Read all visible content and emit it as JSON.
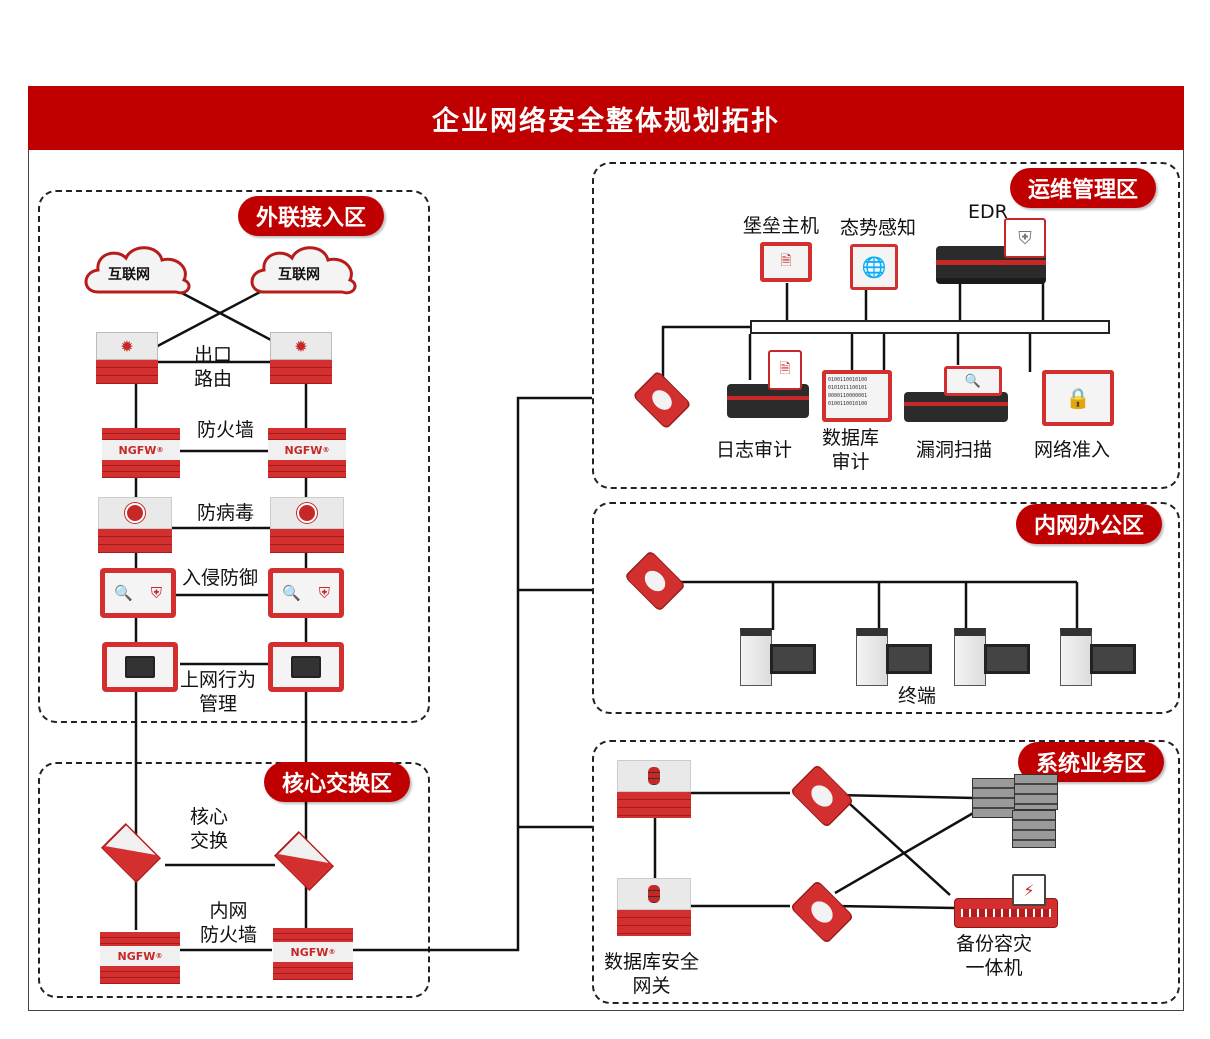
{
  "title": "企业网络安全整体规划拓扑",
  "colors": {
    "brand_red": "#c00000",
    "line": "#111111",
    "device_red": "#d42a2a",
    "device_silver": "#e6e6e6"
  },
  "zones": {
    "external": {
      "label": "外联接入区",
      "internet_labels": [
        "互联网",
        "互联网"
      ],
      "rows": [
        {
          "label": "出口\n路由",
          "label_lines": [
            "出口",
            "路由"
          ],
          "device": "router"
        },
        {
          "label_lines": [
            "防火墙"
          ],
          "device": "ngfw",
          "device_text": "NGFW"
        },
        {
          "label_lines": [
            "防病毒"
          ],
          "device": "antivirus"
        },
        {
          "label_lines": [
            "入侵防御"
          ],
          "device": "ips"
        },
        {
          "label_lines": [
            "上网行为",
            "管理"
          ],
          "device": "behavior-mgmt"
        }
      ]
    },
    "core": {
      "label": "核心交换区",
      "switch_label_lines": [
        "核心",
        "交换"
      ],
      "firewall_label_lines": [
        "内网",
        "防火墙"
      ],
      "firewall_text": "NGFW"
    },
    "ops": {
      "label": "运维管理区",
      "top_devices": [
        {
          "label": "堡垒主机",
          "device": "bastion-host"
        },
        {
          "label": "态势感知",
          "device": "situation-awareness"
        },
        {
          "label": "EDR",
          "device": "edr"
        }
      ],
      "bottom_devices": [
        {
          "label_lines": [],
          "device": "switch"
        },
        {
          "label_lines": [
            "日志审计"
          ],
          "device": "log-audit"
        },
        {
          "label_lines": [
            "数据库",
            "审计"
          ],
          "device": "db-audit"
        },
        {
          "label_lines": [
            "漏洞扫描"
          ],
          "device": "vuln-scan"
        },
        {
          "label_lines": [
            "网络准入"
          ],
          "device": "nac"
        }
      ]
    },
    "office": {
      "label": "内网办公区",
      "terminal_label": "终端",
      "terminal_count": 4
    },
    "business": {
      "label": "系统业务区",
      "db_gateway_label_lines": [
        "数据库安全",
        "网关"
      ],
      "backup_label_lines": [
        "备份容灾",
        "一体机"
      ]
    }
  },
  "ngfw_mark": "®"
}
